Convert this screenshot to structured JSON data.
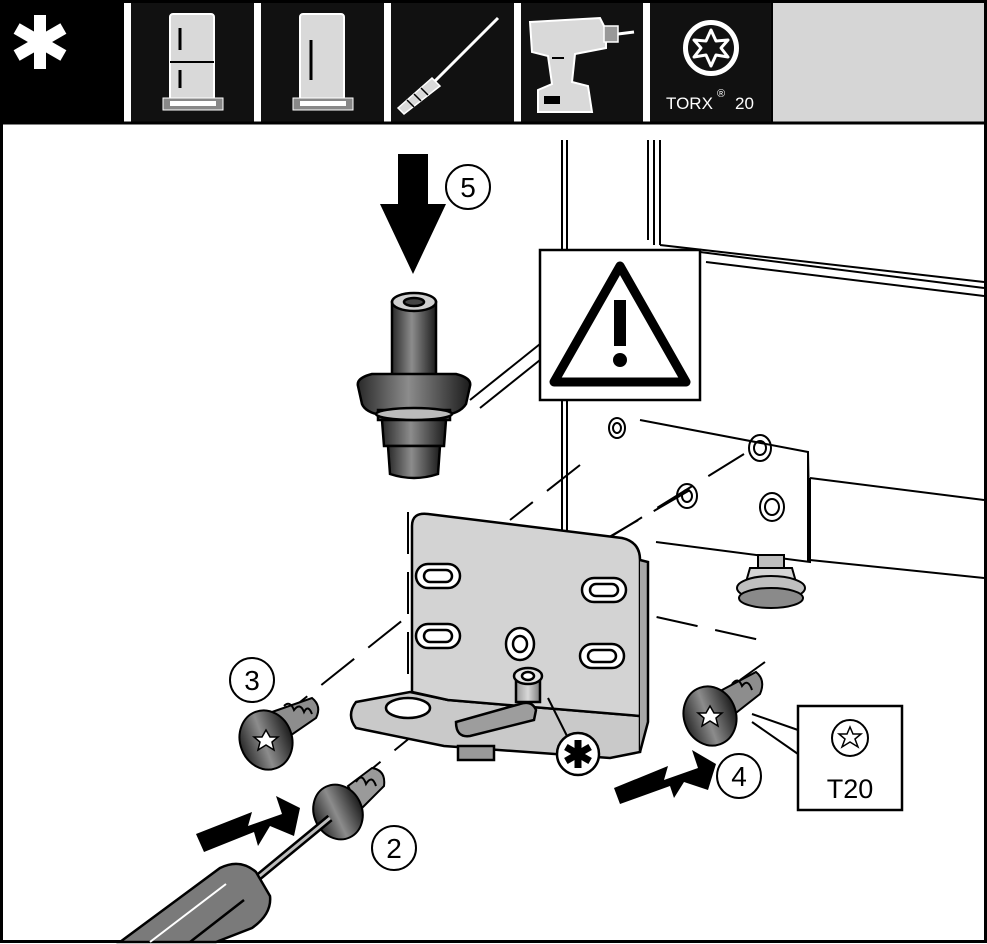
{
  "toolbar": {
    "items": [
      {
        "id": "special",
        "icon": "asterisk-icon"
      },
      {
        "id": "fridge-combi",
        "icon": "fridge-freezer-icon"
      },
      {
        "id": "fridge-tall",
        "icon": "tall-fridge-icon"
      },
      {
        "id": "screwdriver",
        "icon": "screwdriver-icon"
      },
      {
        "id": "drill",
        "icon": "cordless-drill-icon"
      },
      {
        "id": "torx",
        "icon": "torx-bit-icon",
        "label": "TORX",
        "superscript": "®",
        "size": "20"
      }
    ]
  },
  "steps": {
    "step2": "2",
    "step3": "3",
    "step4": "4",
    "step5": "5"
  },
  "torx_callout": {
    "label": "T20",
    "icon": "torx-star-icon"
  },
  "special_marker": {
    "icon": "asterisk-icon"
  },
  "warning": {
    "icon": "warning-triangle-icon"
  },
  "colors": {
    "toolbar_bg": "#000000",
    "tile_bg": "#1a1a1a",
    "empty_tile": "#d6d6d6",
    "bracket": "#cfcfcf",
    "outline": "#000000"
  }
}
